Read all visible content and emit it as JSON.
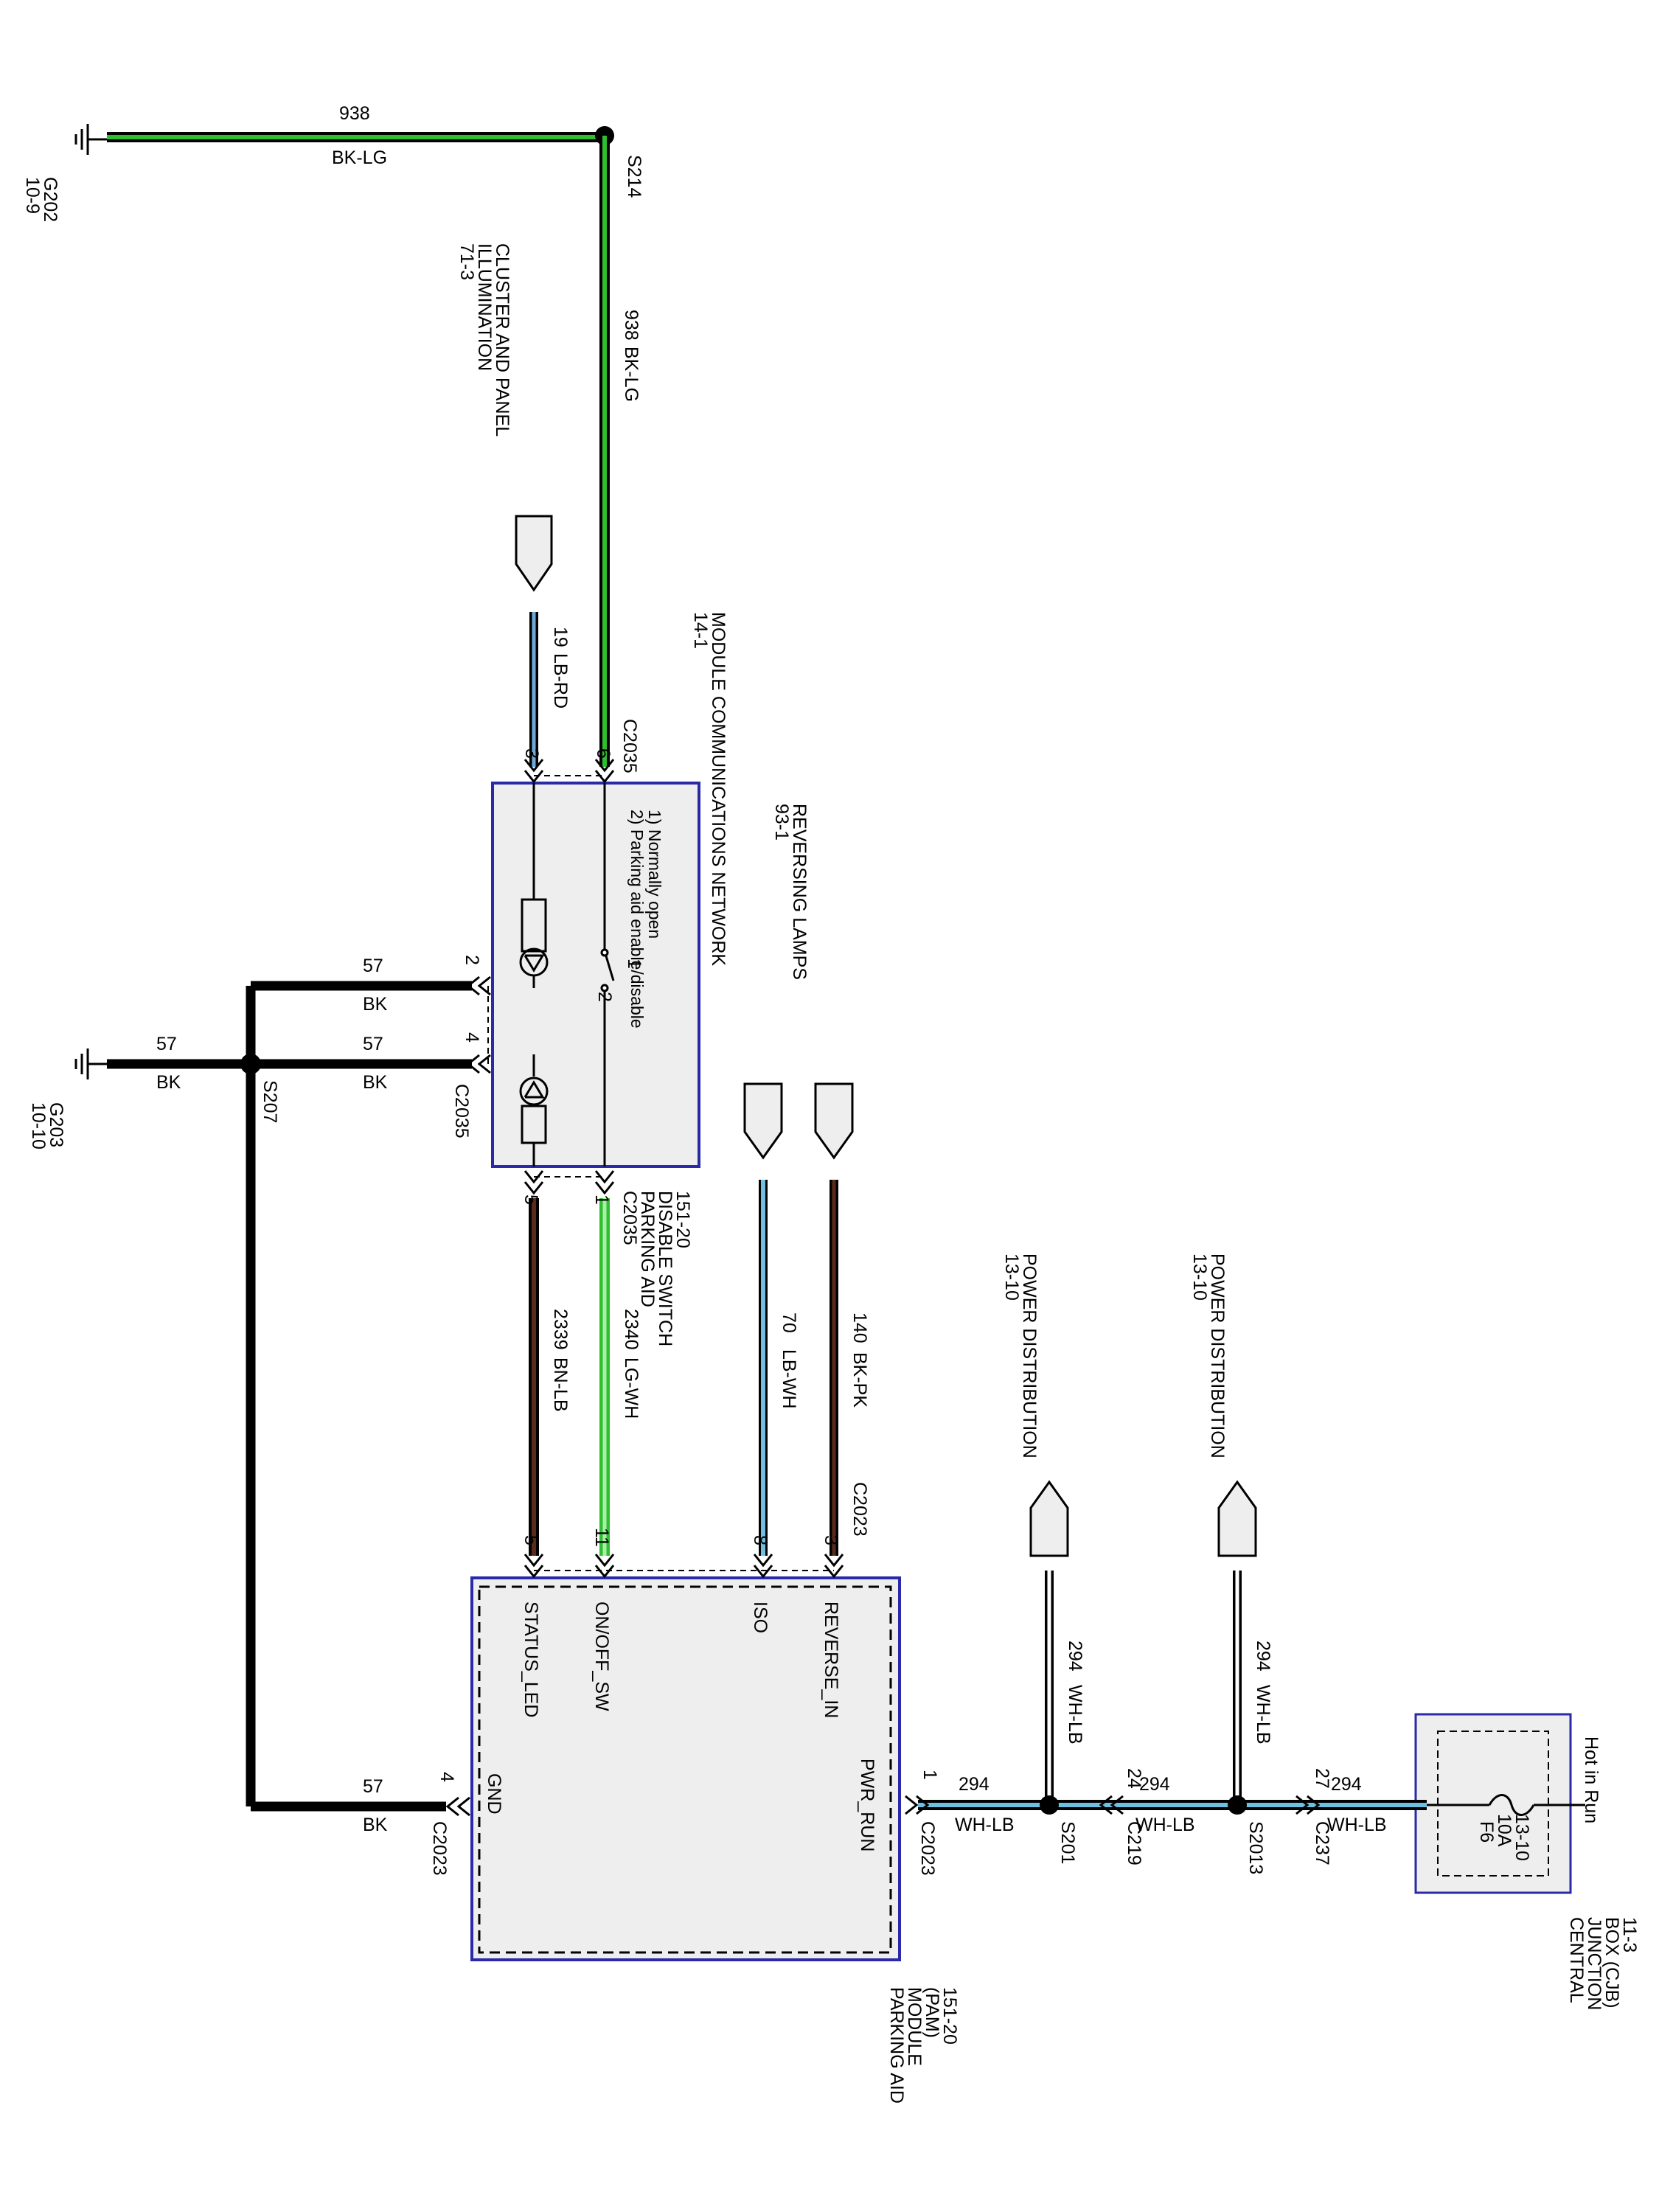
{
  "colors": {
    "module_border": "#2a2aa8",
    "module_fill": "#eeeeee",
    "wire_bk": "#000000",
    "wire_green": "#2fbe2f",
    "wire_lightgreen": "#7de07d",
    "wire_lb": "#6fc0e0",
    "wire_brown": "#5a2a1a",
    "wire_white": "#ffffff"
  },
  "ground_top": {
    "ref": "G202",
    "page": "10-9"
  },
  "ground_mid": {
    "ref": "G203",
    "page": "10-10"
  },
  "wire_938_top": {
    "circuit": "938",
    "color": "BK-LG"
  },
  "splice_s214": "S214",
  "wire_938_vertical": {
    "circuit": "938",
    "color": "BK-LG"
  },
  "cluster_ref": {
    "line1": "CLUSTER AND PANEL",
    "line2": "ILLUMINATION",
    "page": "71-3"
  },
  "wire_19": {
    "circuit": "19",
    "color": "LB-RD"
  },
  "module_comm": {
    "title": "MODULE COMMUNICATIONS NETWORK",
    "page": "14-1"
  },
  "reversing": {
    "title": "REVERSING LAMPS",
    "page": "93-1"
  },
  "switch_notes": {
    "n1": "1) Normally open",
    "n2": "2) Parking aid enable/disable"
  },
  "c2035_top": {
    "connector": "C2035",
    "pin6": "6",
    "pin3": "3"
  },
  "switch_pins": {
    "p1": "1",
    "p2": "2"
  },
  "c2035_left": {
    "connector": "C2035",
    "pin2": "2",
    "pin4": "4"
  },
  "wire_57_a": {
    "circuit": "57",
    "color": "BK"
  },
  "wire_57_b": {
    "circuit": "57",
    "color": "BK"
  },
  "wire_57_c": {
    "circuit": "57",
    "color": "BK"
  },
  "wire_57_d": {
    "circuit": "57",
    "color": "BK"
  },
  "splice_s207": "S207",
  "c2035_bottom": {
    "connector": "C2035",
    "pin5": "5",
    "pin1": "1"
  },
  "switch_ref": {
    "line1": "PARKING AID",
    "line2": "DISABLE SWITCH",
    "page": "151-20"
  },
  "wire_2339": {
    "circuit": "2339",
    "color": "BN-LB"
  },
  "wire_2340": {
    "circuit": "2340",
    "color": "LG-WH"
  },
  "wire_70": {
    "circuit": "70",
    "color": "LB-WH"
  },
  "wire_140": {
    "circuit": "140",
    "color": "BK-PK"
  },
  "c2023_top": {
    "connector": "C2023",
    "pin5": "5",
    "pin11": "11",
    "pin8": "8",
    "pin3": "3"
  },
  "pam_pins": {
    "status": "STATUS_LED",
    "onoff": "ON/OFF_SW",
    "iso": "ISO",
    "reverse": "REVERSE_IN",
    "gnd": "GND",
    "pwr": "PWR_RUN"
  },
  "c2023_gnd": {
    "connector": "C2023",
    "pin": "4"
  },
  "c2023_pwr": {
    "connector": "C2023",
    "pin": "1"
  },
  "pam_ref": {
    "line1": "PARKING AID",
    "line2": "MODULE",
    "line3": "(PAM)",
    "page": "151-20"
  },
  "power_dist_1": {
    "title": "POWER DISTRIBUTION",
    "page": "13-10"
  },
  "power_dist_2": {
    "title": "POWER DISTRIBUTION",
    "page": "13-10"
  },
  "wire_294_v1": {
    "circuit": "294",
    "color": "WH-LB"
  },
  "wire_294_v2": {
    "circuit": "294",
    "color": "WH-LB"
  },
  "wire_294_h1": {
    "circuit": "294",
    "color": "WH-LB"
  },
  "wire_294_h2": {
    "circuit": "294",
    "color": "WH-LB"
  },
  "wire_294_h3": {
    "circuit": "294",
    "color": "WH-LB"
  },
  "splice_s201": "S201",
  "splice_s2013": "S2013",
  "c219": {
    "connector": "C219",
    "pin": "24"
  },
  "c237": {
    "connector": "C237",
    "pin": "27"
  },
  "cjb": {
    "hot": "Hot in Run",
    "fuse": "F6",
    "amps": "10A",
    "fuse_page": "13-10",
    "line1": "CENTRAL",
    "line2": "JUNCTION",
    "line3": "BOX (CJB)",
    "page": "11-3"
  }
}
